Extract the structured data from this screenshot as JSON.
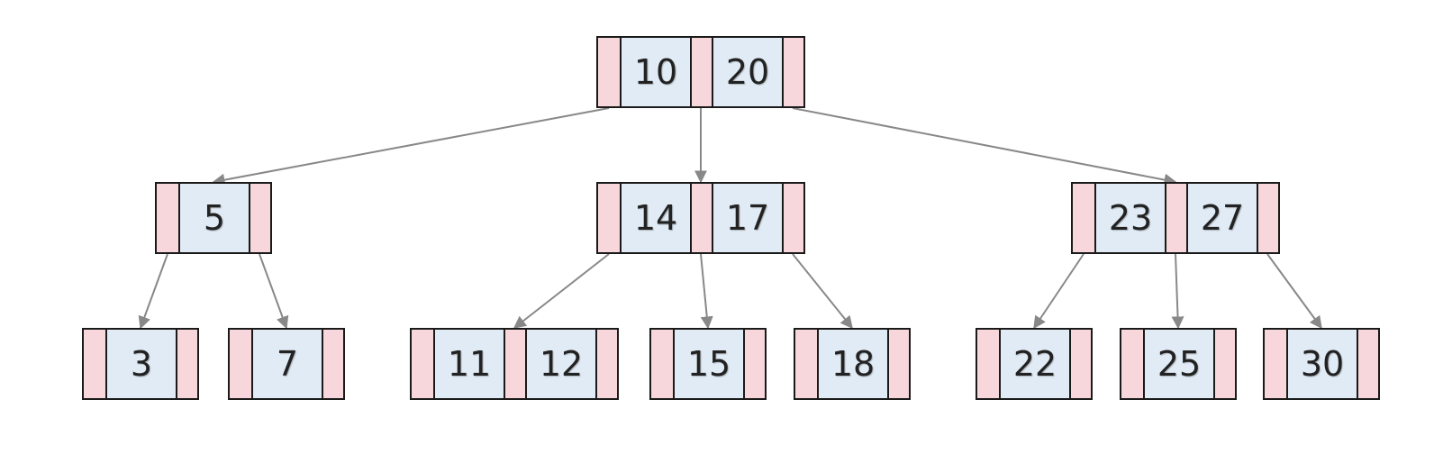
{
  "colors": {
    "key_fill": "#e1ebf5",
    "pointer_fill": "#f7d7dc",
    "border": "#1a1a1a",
    "edge": "#888888"
  },
  "nodes": [
    {
      "id": "root",
      "keys": [
        "10",
        "20"
      ]
    },
    {
      "id": "n5",
      "keys": [
        "5"
      ]
    },
    {
      "id": "n14",
      "keys": [
        "14",
        "17"
      ]
    },
    {
      "id": "n23",
      "keys": [
        "23",
        "27"
      ]
    },
    {
      "id": "n3",
      "keys": [
        "3"
      ]
    },
    {
      "id": "n7",
      "keys": [
        "7"
      ]
    },
    {
      "id": "n11",
      "keys": [
        "11",
        "12"
      ]
    },
    {
      "id": "n15",
      "keys": [
        "15"
      ]
    },
    {
      "id": "n18",
      "keys": [
        "18"
      ]
    },
    {
      "id": "n22",
      "keys": [
        "22"
      ]
    },
    {
      "id": "n25",
      "keys": [
        "25"
      ]
    },
    {
      "id": "n30",
      "keys": [
        "30"
      ]
    }
  ],
  "edges": [
    {
      "from": "root",
      "ptr": 0,
      "to": "n5"
    },
    {
      "from": "root",
      "ptr": 1,
      "to": "n14"
    },
    {
      "from": "root",
      "ptr": 2,
      "to": "n23"
    },
    {
      "from": "n5",
      "ptr": 0,
      "to": "n3"
    },
    {
      "from": "n5",
      "ptr": 1,
      "to": "n7"
    },
    {
      "from": "n14",
      "ptr": 0,
      "to": "n11"
    },
    {
      "from": "n14",
      "ptr": 1,
      "to": "n15"
    },
    {
      "from": "n14",
      "ptr": 2,
      "to": "n18"
    },
    {
      "from": "n23",
      "ptr": 0,
      "to": "n22"
    },
    {
      "from": "n23",
      "ptr": 1,
      "to": "n25"
    },
    {
      "from": "n23",
      "ptr": 2,
      "to": "n30"
    }
  ]
}
